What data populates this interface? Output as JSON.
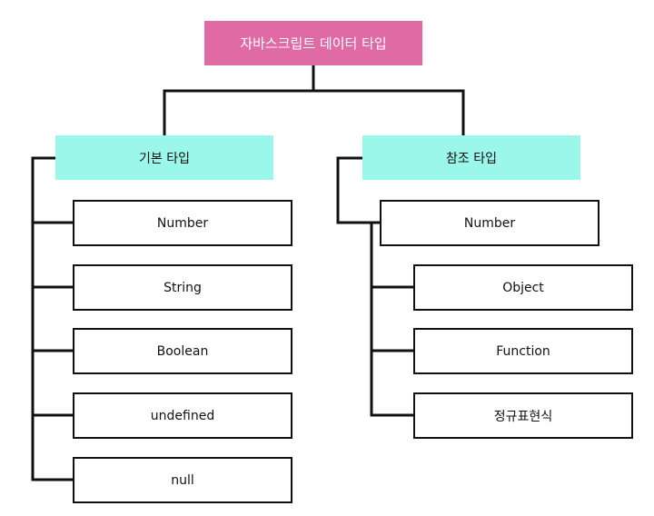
{
  "root": {
    "label": "자바스크립트 데이터 타입"
  },
  "primitive": {
    "label": "기본 타입",
    "items": [
      "Number",
      "String",
      "Boolean",
      "undefined",
      "null"
    ]
  },
  "reference": {
    "label": "참조 타입",
    "parent": "Number",
    "items": [
      "Object",
      "Function",
      "정규표현식"
    ]
  },
  "colors": {
    "root_fill": "#e06aa4",
    "category_fill": "#9af7ea",
    "line": "#111111"
  }
}
